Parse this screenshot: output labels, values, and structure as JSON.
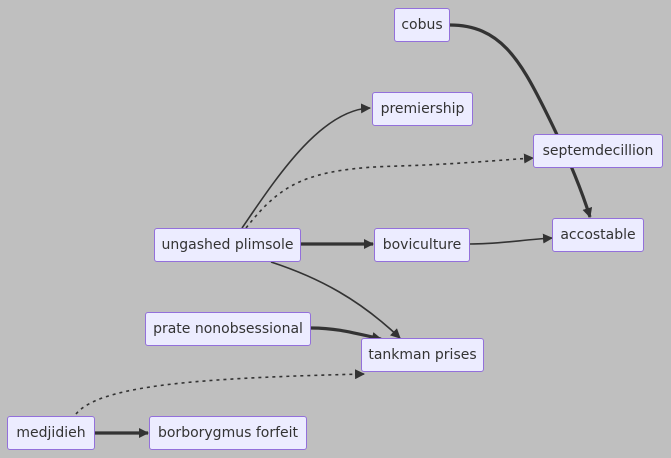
{
  "nodes": {
    "cobus": "cobus",
    "premiership": "premiership",
    "septemdecillion": "septemdecillion",
    "accostable": "accostable",
    "ungashed_plimsole": "ungashed plimsole",
    "boviculture": "boviculture",
    "prate_nonobsessional": "prate nonobsessional",
    "tankman_prises": "tankman prises",
    "medjidieh": "medjidieh",
    "borborygmus_forfeit": "borborygmus forfeit"
  },
  "edges": [
    {
      "from": "cobus",
      "to": "accostable",
      "style": "thick"
    },
    {
      "from": "ungashed_plimsole",
      "to": "premiership",
      "style": "normal"
    },
    {
      "from": "ungashed_plimsole",
      "to": "septemdecillion",
      "style": "dotted"
    },
    {
      "from": "ungashed_plimsole",
      "to": "boviculture",
      "style": "thick"
    },
    {
      "from": "boviculture",
      "to": "accostable",
      "style": "normal"
    },
    {
      "from": "ungashed_plimsole",
      "to": "tankman_prises",
      "style": "normal"
    },
    {
      "from": "prate_nonobsessional",
      "to": "tankman_prises",
      "style": "thick"
    },
    {
      "from": "medjidieh",
      "to": "tankman_prises",
      "style": "dotted"
    },
    {
      "from": "medjidieh",
      "to": "borborygmus_forfeit",
      "style": "thick"
    }
  ],
  "colors": {
    "background": "#bfbfbf",
    "node_fill": "#ececff",
    "node_border": "#9370db",
    "edge": "#333333",
    "text": "#333333"
  }
}
